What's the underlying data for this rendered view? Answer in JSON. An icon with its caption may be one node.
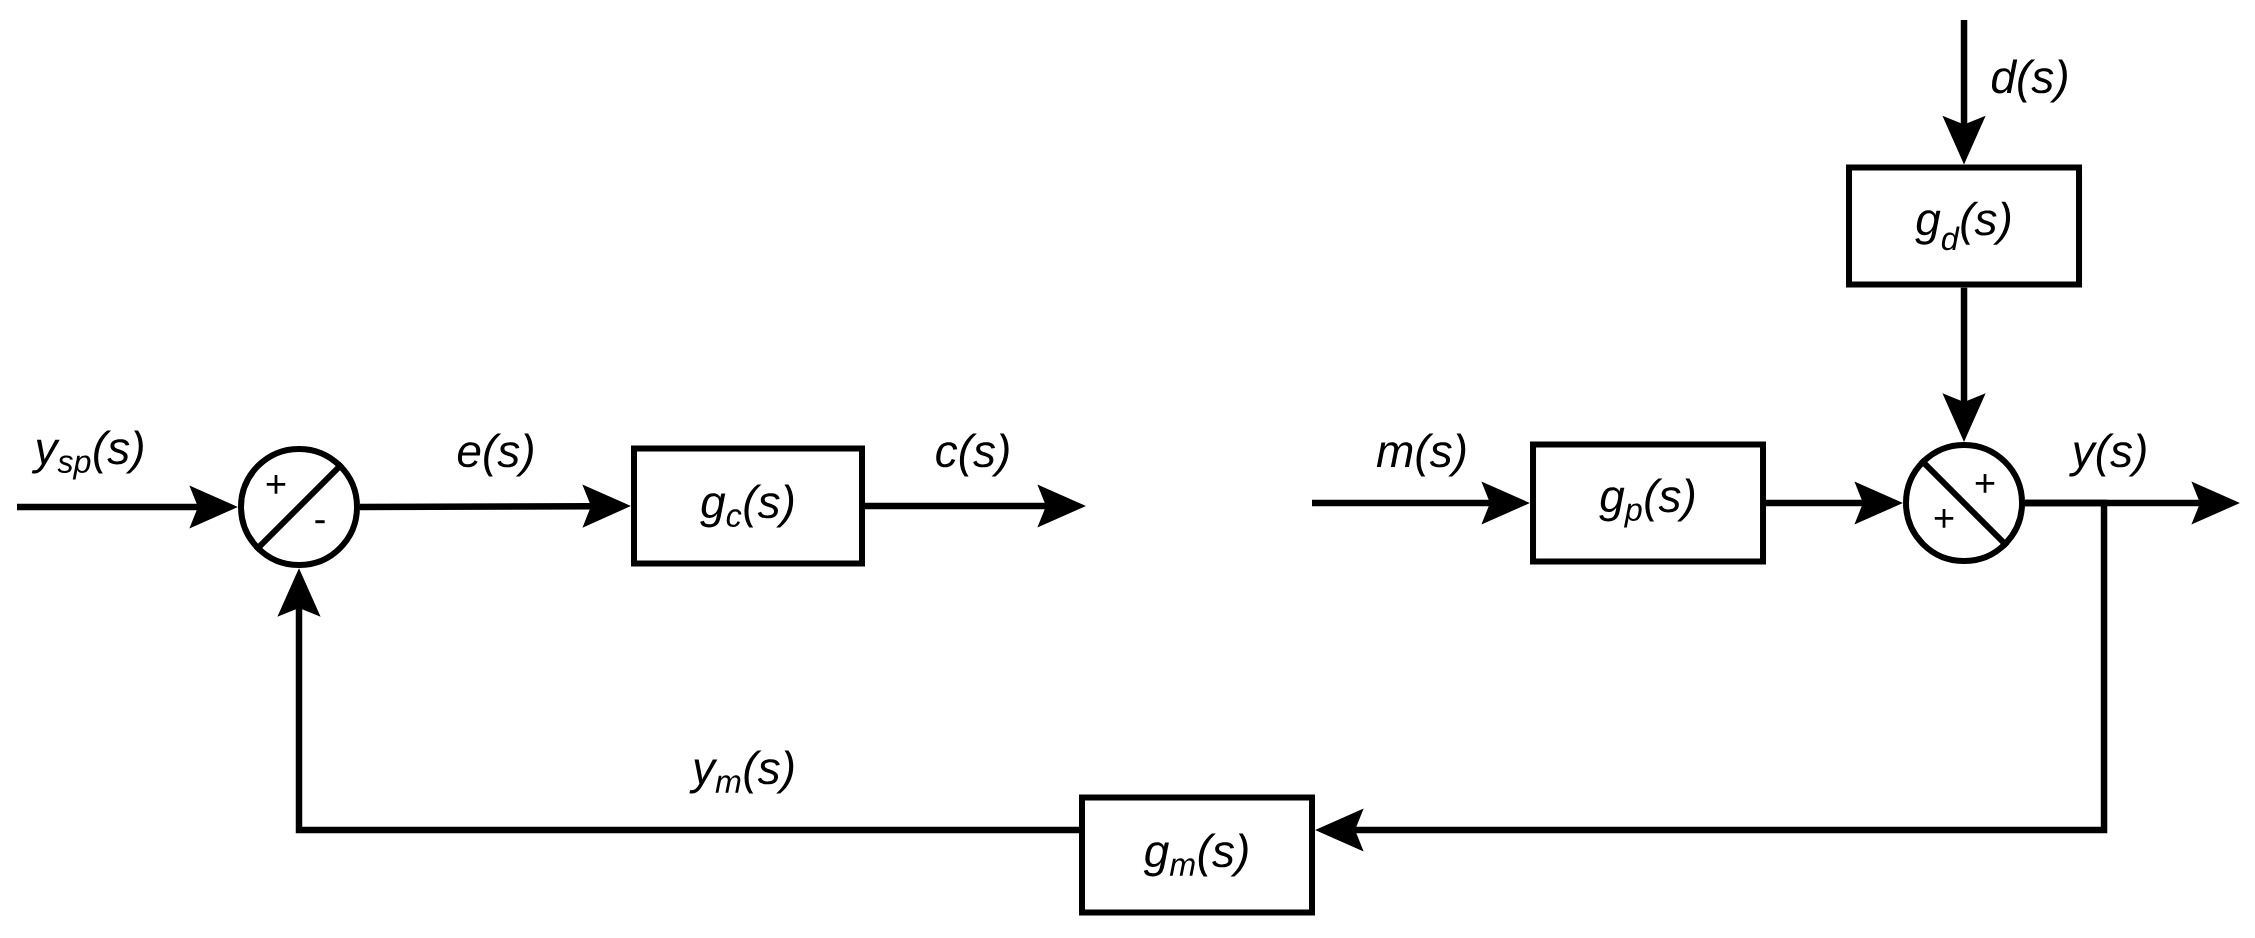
{
  "diagram": {
    "nodes": [
      {
        "text": [
          "+",
          "-"
        ]
      },
      {
        "text": [
          "g$_{c}$(s)"
        ]
      },
      {
        "text": [
          "g$_{p}$(s)"
        ]
      },
      {
        "text": [
          "g$_{d}$(s)"
        ]
      },
      {
        "text": [
          "+",
          "+"
        ]
      },
      {
        "text": [
          "g$_{m}$(s)"
        ]
      }
    ],
    "edges": [
      {
        "from": null,
        "to": 0,
        "arrow": "to",
        "label": "y$_{sp}$(s)"
      },
      {
        "from": 0,
        "to": 1,
        "arrow": "to",
        "label": "e(s)"
      },
      {
        "from": 1,
        "to": null,
        "arrow": "to",
        "label": "c(s)"
      },
      {
        "from": null,
        "to": 2,
        "arrow": "to",
        "label": "m(s)"
      },
      {
        "from": null,
        "to": 3,
        "arrow": "to",
        "label": "d(s)"
      },
      {
        "from": 3,
        "to": 4,
        "arrow": "to"
      },
      {
        "from": 2,
        "to": 4,
        "arrow": "to"
      },
      {
        "from": 4,
        "to": null,
        "arrow": "to",
        "label": "y(s)"
      },
      {
        "from": 4,
        "to": 5,
        "arrow": "to"
      },
      {
        "from": 5,
        "to": 0,
        "arrow": "to",
        "label": "y$_{m}$(s)"
      }
    ]
  }
}
